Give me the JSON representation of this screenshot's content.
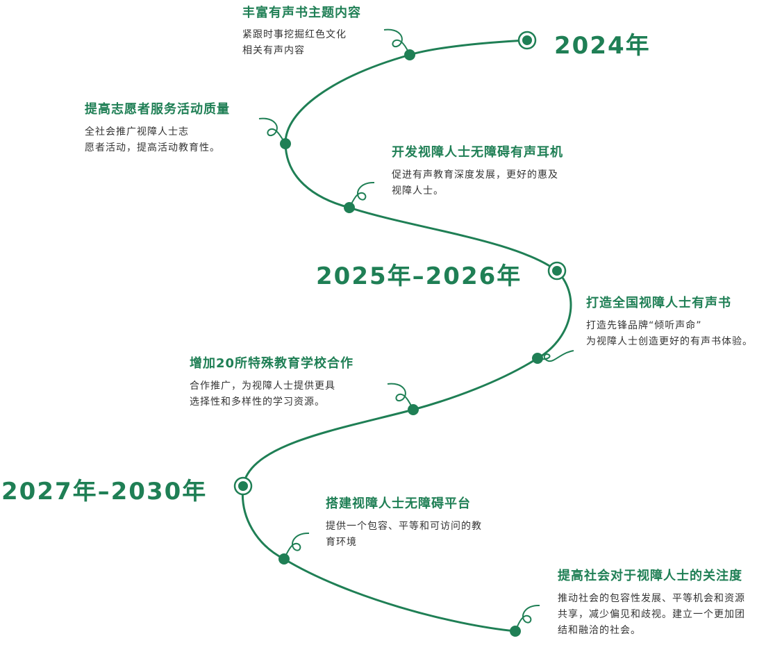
{
  "colors": {
    "accent": "#1f7f55",
    "text": "#333333"
  },
  "years": [
    "2024年",
    "2025年–2026年",
    "2027年–2030年"
  ],
  "milestones": [
    {
      "title": "丰富有声书主题内容",
      "desc": [
        "紧跟时事挖掘红色文化",
        "相关有声内容"
      ]
    },
    {
      "title": "提高志愿者服务活动质量",
      "desc": [
        "全社会推广视障人士志",
        "愿者活动，提高活动教育性。"
      ]
    },
    {
      "title": "开发视障人士无障碍有声耳机",
      "desc": [
        "促进有声教育深度发展，更好的惠及",
        "视障人士。"
      ]
    },
    {
      "title": "打造全国视障人士有声书",
      "desc": [
        "打造先锋品牌“倾听声命”",
        "为视障人士创造更好的有声书体验。"
      ]
    },
    {
      "title": "增加20所特殊教育学校合作",
      "desc": [
        "合作推广，为视障人士提供更具",
        "选择性和多样性的学习资源。"
      ]
    },
    {
      "title": "搭建视障人士无障碍平台",
      "desc": [
        "提供一个包容、平等和可访问的教",
        "育环境"
      ]
    },
    {
      "title": "提高社会对于视障人士的关注度",
      "desc": [
        "推动社会的包容性发展、平等机会和资源",
        "共享，减少偏见和歧视。建立一个更加团",
        "结和融洽的社会。"
      ]
    }
  ]
}
